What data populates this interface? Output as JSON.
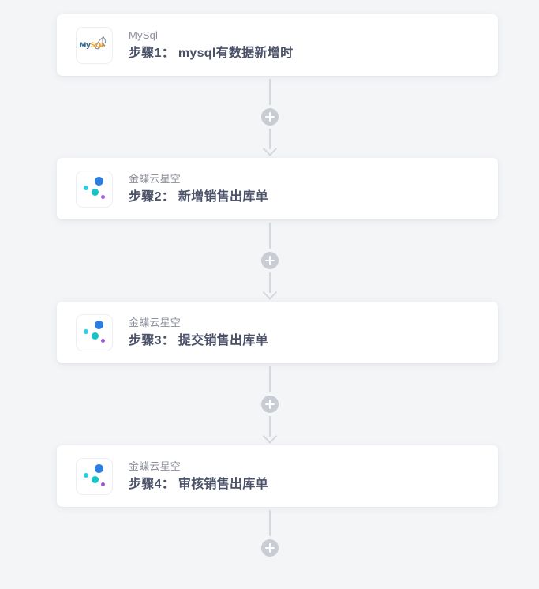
{
  "page": {
    "background_color": "#f4f5f7",
    "card_background": "#ffffff",
    "connector_color": "#d5d8de",
    "plus_circle_color": "#c9ccd3",
    "title_color": "#4a5168",
    "app_name_color": "#8c909b"
  },
  "flow": {
    "steps": [
      {
        "app_name": "MySql",
        "title": "步骤1： mysql有数据新增时",
        "logo": "mysql-logo"
      },
      {
        "app_name": "金蝶云星空",
        "title": "步骤2： 新增销售出库单",
        "logo": "kingdee-logo"
      },
      {
        "app_name": "金蝶云星空",
        "title": "步骤3： 提交销售出库单",
        "logo": "kingdee-logo"
      },
      {
        "app_name": "金蝶云星空",
        "title": "步骤4： 审核销售出库单",
        "logo": "kingdee-logo"
      }
    ],
    "connectors": [
      {
        "add_label": "+"
      },
      {
        "add_label": "+"
      },
      {
        "add_label": "+"
      },
      {
        "add_label": "+"
      }
    ],
    "mysql_logo": {
      "text_primary": "My",
      "text_secondary": "SQL",
      "primary_color": "#31648c",
      "secondary_color": "#e9a33a"
    },
    "kingdee_logo": {
      "dot_colors": [
        "#2b7fe3",
        "#27d0e8",
        "#14c4c9",
        "#9b5bd8"
      ]
    }
  }
}
